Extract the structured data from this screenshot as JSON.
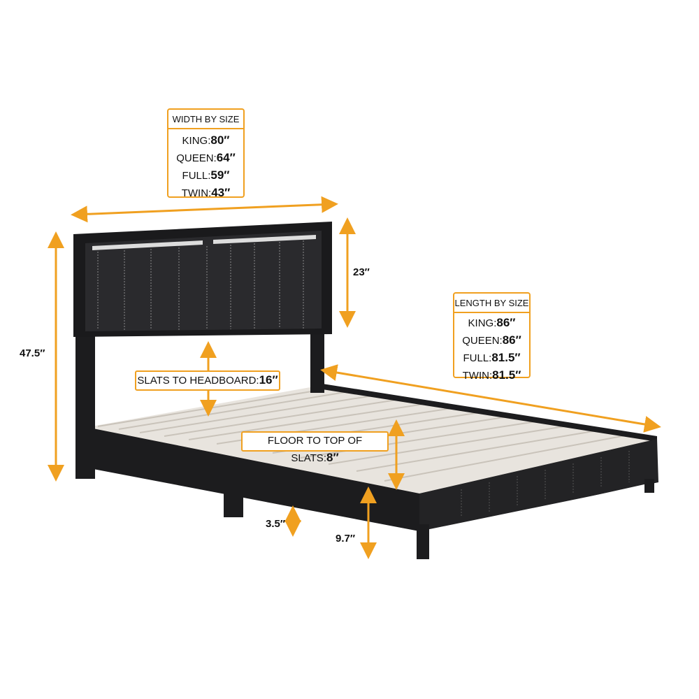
{
  "colors": {
    "accent": "#f0a020",
    "bed": "#1c1c1e",
    "slats": "#e8e4de"
  },
  "width_box": {
    "title": "WIDTH BY SIZE",
    "rows": [
      {
        "size": "KING:",
        "value": "80″"
      },
      {
        "size": "QUEEN:",
        "value": "64″"
      },
      {
        "size": "FULL:",
        "value": "59″"
      },
      {
        "size": "TWIN:",
        "value": "43″"
      }
    ]
  },
  "length_box": {
    "title": "LENGTH BY SIZE",
    "rows": [
      {
        "size": "KING:",
        "value": "86″"
      },
      {
        "size": "QUEEN:",
        "value": "86″"
      },
      {
        "size": "FULL:",
        "value": "81.5″"
      },
      {
        "size": "TWIN:",
        "value": "81.5″"
      }
    ]
  },
  "dims": {
    "total_height": "47.5″",
    "headboard_height": "23″",
    "leg_height": "3.5″",
    "rail_height": "9.7″",
    "slats_to_headboard_label": "SLATS TO HEADBOARD:",
    "slats_to_headboard_value": "16″",
    "floor_to_slats_label": "FLOOR TO TOP OF SLATS:",
    "floor_to_slats_value": "8″"
  }
}
